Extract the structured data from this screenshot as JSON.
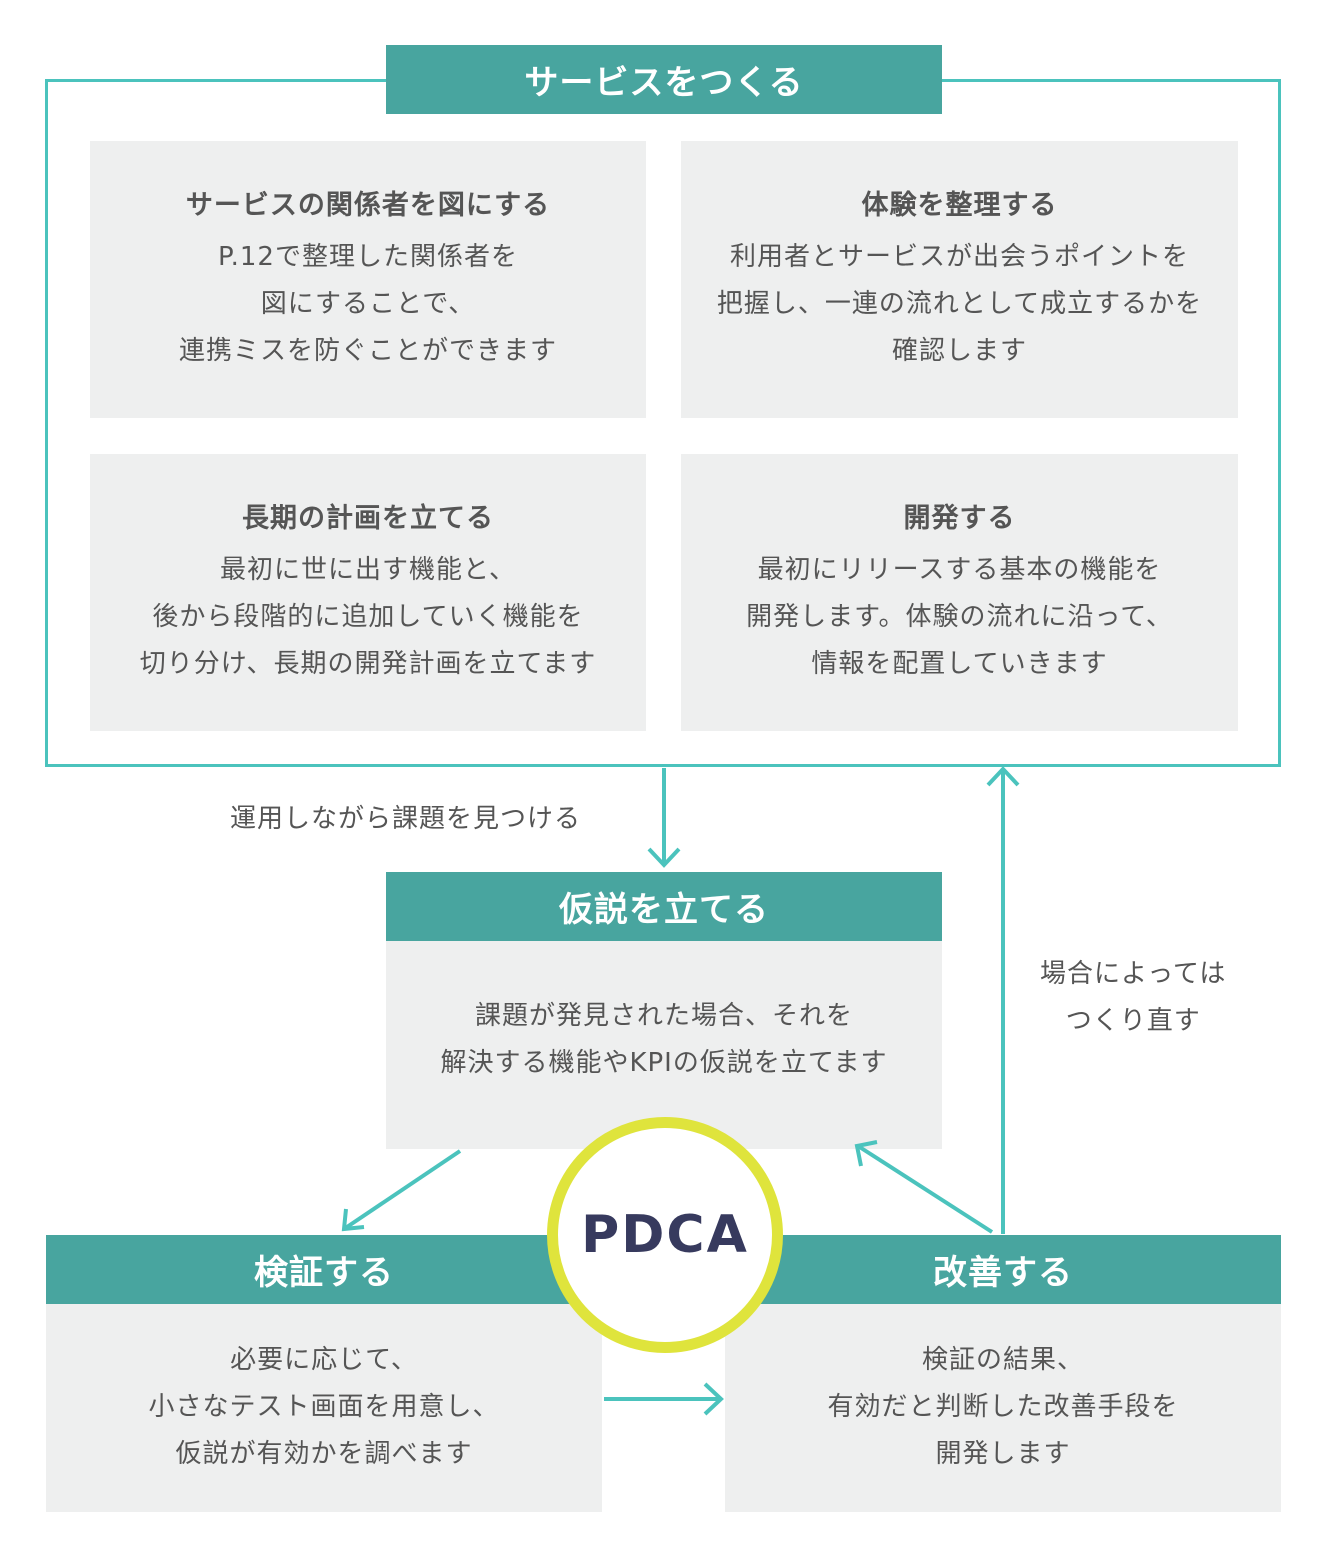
{
  "service": {
    "header": "サービスをつくる",
    "cards": [
      {
        "title": "サービスの関係者を図にする",
        "body": "P.12で整理した関係者を\n図にすることで、\n連携ミスを防ぐことができます"
      },
      {
        "title": "体験を整理する",
        "body": "利用者とサービスが出会うポイントを\n把握し、一連の流れとして成立するかを\n確認します"
      },
      {
        "title": "長期の計画を立てる",
        "body": "最初に世に出す機能と、\n後から段階的に追加していく機能を\n切り分け、長期の開発計画を立てます"
      },
      {
        "title": "開発する",
        "body": "最初にリリースする基本の機能を\n開発します。体験の流れに沿って、\n情報を配置していきます"
      }
    ]
  },
  "labels": {
    "find_issues": "運用しながら課題を見つける",
    "rebuild": "場合によっては\nつくり直す"
  },
  "hypothesis": {
    "header": "仮説を立てる",
    "body": "課題が発見された場合、それを\n解決する機能やKPIの仮説を立てます"
  },
  "verify": {
    "header": "検証する",
    "body": "必要に応じて、\n小さなテスト画面を用意し、\n仮説が有効かを調べます"
  },
  "improve": {
    "header": "改善する",
    "body": "検証の結果、\n有効だと判断した改善手段を\n開発します"
  },
  "pdca": "PDCA",
  "colors": {
    "header_bg": "#48a59f",
    "frame_and_arrows": "#4bc3bd",
    "card_bg": "#eeefef",
    "ring": "#dfe43c",
    "pdca_text": "#373a5e"
  }
}
